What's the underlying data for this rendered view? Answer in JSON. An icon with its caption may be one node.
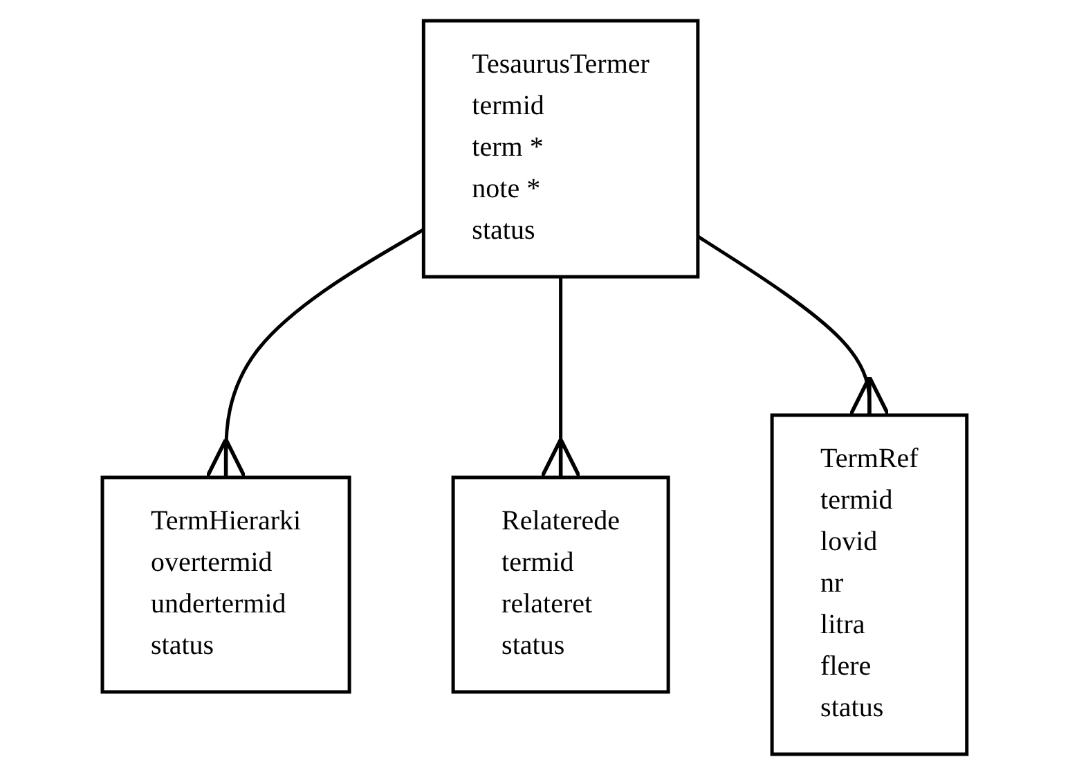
{
  "diagram": {
    "nodes": [
      {
        "text": [
          "TesaurusTermer",
          "termid",
          "term *",
          "note *",
          "status"
        ]
      },
      {
        "text": [
          "TermHierarki",
          "overtermid",
          "undertermid",
          "status"
        ]
      },
      {
        "text": [
          "Relaterede",
          "termid",
          "relateret",
          "status"
        ]
      },
      {
        "text": [
          "TermRef",
          "termid",
          "lovid",
          "nr",
          "litra",
          "flere",
          "status"
        ]
      }
    ],
    "edges": [
      {
        "from": 0,
        "to": 1,
        "arrow": "other"
      },
      {
        "from": 0,
        "to": 2,
        "arrow": "other"
      },
      {
        "from": 0,
        "to": 3,
        "arrow": "other"
      }
    ]
  }
}
